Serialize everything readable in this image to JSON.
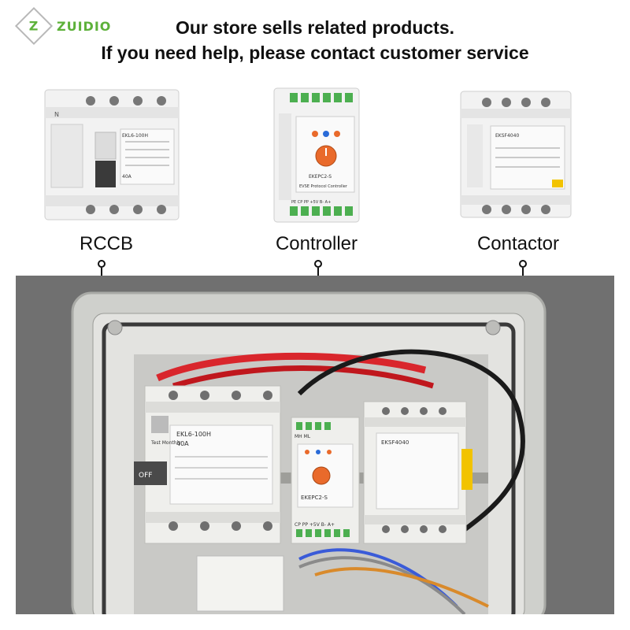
{
  "brand": {
    "logo_letter": "Z",
    "name": "ZUIDIO"
  },
  "header": {
    "line1": "Our store sells related products.",
    "line2": "If you need help, please contact customer service"
  },
  "products": [
    {
      "label": "RCCB",
      "module_text": "EKL6-100H",
      "module_rating": "40A",
      "terminal_label": "N"
    },
    {
      "label": "Controller",
      "module_text": "EKEPC2-S",
      "title_text": "EVSE Protocol Controller",
      "terminal_row": "PE CP PP +5V B- A+"
    },
    {
      "label": "Contactor",
      "module_text": "EKSF4040"
    }
  ],
  "photo": {
    "rccb_model": "EKL6-100H",
    "rccb_rating": "40A",
    "rccb_switch": "OFF",
    "rccb_test": "Test Monthly",
    "controller_model": "EKEPC2-S",
    "controller_row_top": "MH ML",
    "controller_row_bottom": "CP PP +5V B- A+",
    "contactor_model": "EKSF4040"
  },
  "colors": {
    "brand_green": "#5db13a",
    "terminal_green": "#4caf50",
    "wire_red": "#d9262c",
    "knob_orange": "#e96a2b",
    "contactor_yellow": "#f2c300"
  }
}
